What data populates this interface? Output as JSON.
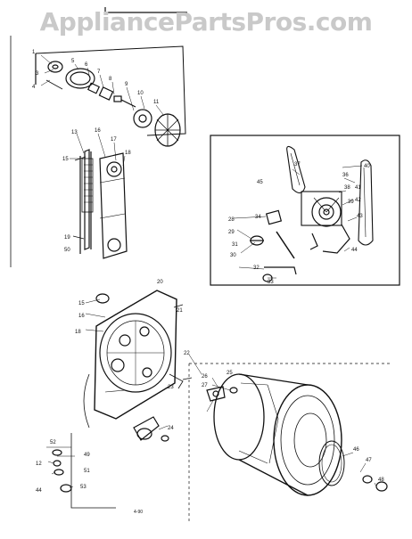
{
  "watermark": "AppliancePartsPros.com",
  "page_code": "4-90",
  "callouts": {
    "g1": [
      "1",
      "3",
      "4",
      "5",
      "6",
      "7",
      "8",
      "9",
      "10",
      "11"
    ],
    "g2": [
      "13",
      "15",
      "16",
      "17",
      "18",
      "19",
      "50"
    ],
    "g3": [
      "36",
      "37",
      "38",
      "39",
      "40",
      "41",
      "42",
      "43",
      "44",
      "45",
      "34",
      "28",
      "29",
      "31",
      "30",
      "32",
      "33"
    ],
    "g4": [
      "15",
      "16",
      "18",
      "20",
      "21",
      "22",
      "23",
      "24",
      "25",
      "26",
      "27"
    ],
    "g5": [
      "12",
      "44",
      "49",
      "51",
      "52",
      "53"
    ],
    "g6": [
      "46",
      "47",
      "48"
    ]
  }
}
